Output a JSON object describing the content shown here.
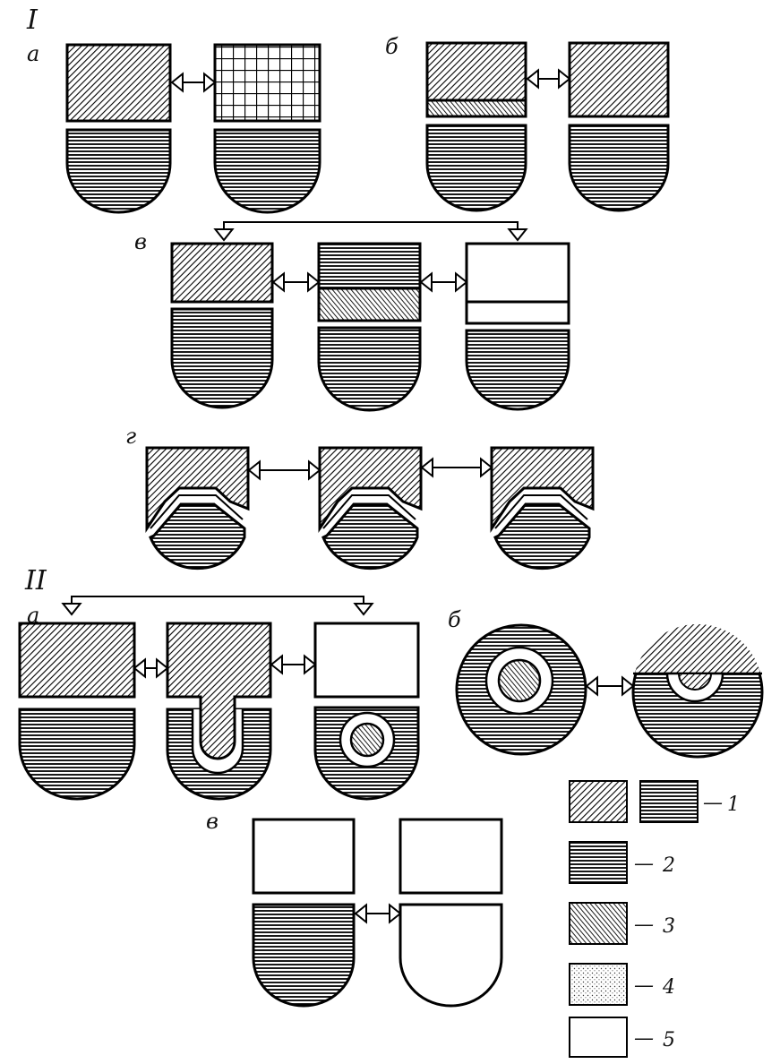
{
  "sections": {
    "I": "I",
    "II": "II"
  },
  "subfigures": {
    "I_a": "а",
    "I_b": "б",
    "I_v": "в",
    "I_g": "г",
    "II_a": "а",
    "II_b": "б",
    "II_v": "в"
  },
  "legend": [
    {
      "num": "1",
      "dash": "—"
    },
    {
      "num": "2",
      "dash": "—"
    },
    {
      "num": "3",
      "dash": "—"
    },
    {
      "num": "4",
      "dash": "—"
    },
    {
      "num": "5",
      "dash": "—"
    }
  ],
  "pattern_names": [
    "diag-hatch",
    "horiz-lines",
    "grid",
    "cross-hatch",
    "dots",
    "blank"
  ],
  "colors": {
    "ink": "#000000",
    "paper": "#ffffff"
  }
}
